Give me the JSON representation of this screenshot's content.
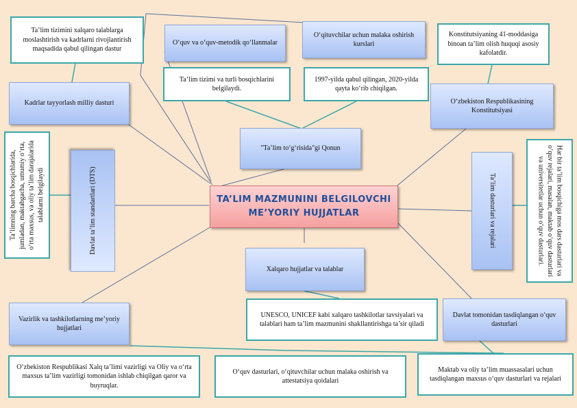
{
  "center": {
    "line1": "TA’LIM MAZMUNINI BELGILOVCHI",
    "line2": "ME’YORIY HUJJATLAR"
  },
  "nodes": {
    "qonun": "\"Ta’lim to‘g‘risida\"gi Qonun",
    "qonun_note1": "Ta’lim tizimi va turli bosqichlarini belgilaydi.",
    "qonun_note2": "1997-yilda qabul qilingan, 2020-yilda qayta ko‘rib chiqilgan.",
    "oquv_metodik": "O‘quv va o‘quv-metodik qo‘llanmalar",
    "malaka_kurslari": "O‘qituvchilar uchun malaka oshirish kurslari",
    "konstitutsiya": "O‘zbekiston Respublikasining Konstitutsiyasi",
    "konstitutsiya_note": "Konstitutsiyaning 41-moddasiga binoan ta’lim olish huquqi asosiy kafolatdir.",
    "kadrlar": "Kadrlar tayyorlash milliy dasturi",
    "kadrlar_note": "Ta’lim tizimini xalqaro talablarga moslashtirish va kadrlarni rivojlantirish maqsadida qabul qilingan dastur",
    "dts": "Davlat ta’lim standartlari (DTS)",
    "dts_note": "Ta’limning barcha bosqichlarida, jumladan, maktabgacha, umumiy o‘rta, o‘rta maxsus, va oliy ta’lim darajalarida talablarni belgilaydi",
    "dasturlar": "Ta’lim dasturlari va rejalari",
    "dasturlar_note": "Har bir ta’lim bosqichiga mos dars dasturlari va o‘quv rejalari, masalan, maktab o‘quv dasturlari va universitetlar uchun o‘quv dasturlari.",
    "xalqaro": "Xalqaro hujjatlar va talablar",
    "xalqaro_note": "UNESCO, UNICEF kabi xalqaro tashkilotlar tavsiyalari va talablari ham ta’lim mazmunini shakllantirishga ta’sir qiladi",
    "vazirlik": "Vazirlik va tashkilotlarning me’yoriy hujjatlari",
    "vazirlik_note1": "O‘zbekiston Respublikasi Xalq ta’limi vazirligi va Oliy va o‘rta maxsus ta’lim vazirligi tomonidan ishlab chiqilgan qaror va buyruqlar.",
    "vazirlik_note2": "O‘quv dasturlari, o‘qituvchilar uchun malaka oshirish va attestatsiya qoidalari",
    "davlat": "Davlat tomonidan tasdiqlangan o‘quv dasturlari",
    "davlat_note": "Maktab va oliy ta’lim muassasalari uchun tasdiqlangan maxsus o‘quv dasturlari va rejalari"
  },
  "colors": {
    "background": "#fbe7cf",
    "center_text": "#1f4e9a",
    "connector": "#3aa6a8",
    "outline": "#3aa6a8"
  }
}
